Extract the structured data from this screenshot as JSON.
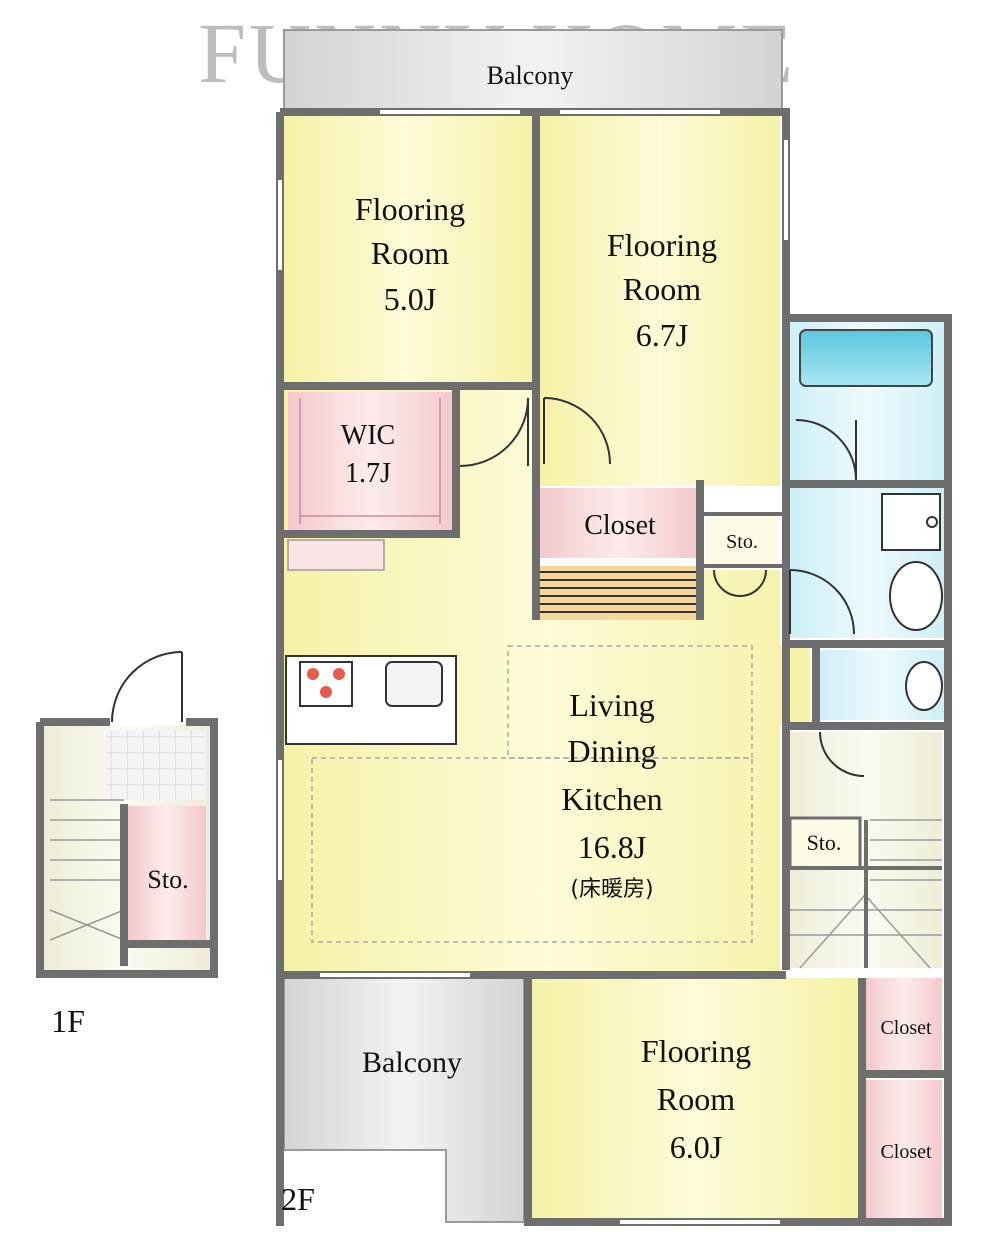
{
  "watermark": "FUNNY HOME",
  "floors": {
    "first": "1F",
    "second": "2F"
  },
  "rooms": {
    "balcony_top": "Balcony",
    "flooring_room_a": {
      "line1": "Flooring",
      "line2": "Room",
      "size": "5.0J"
    },
    "flooring_room_b": {
      "line1": "Flooring",
      "line2": "Room",
      "size": "6.7J"
    },
    "wic": {
      "name": "WIC",
      "size": "1.7J"
    },
    "closet_center": "Closet",
    "storage_small": "Sto.",
    "ldk": {
      "line1": "Living",
      "line2": "Dining",
      "line3": "Kitchen",
      "size": "16.8J",
      "note": "(床暖房)"
    },
    "storage_right": "Sto.",
    "storage_1f": "Sto.",
    "balcony_bottom": "Balcony",
    "flooring_room_c": {
      "line1": "Flooring",
      "line2": "Room",
      "size": "6.0J"
    },
    "closet_right_upper": "Closet",
    "closet_right_lower": "Closet"
  },
  "colors": {
    "room_yellow": "#fbf8c8",
    "wall": "#6e6e6e",
    "wet_area": "#dff6fb",
    "closet_pink": "#f8d9dc",
    "balcony_gray": "#e4e4e4",
    "watermark": "#bdbdbd"
  }
}
